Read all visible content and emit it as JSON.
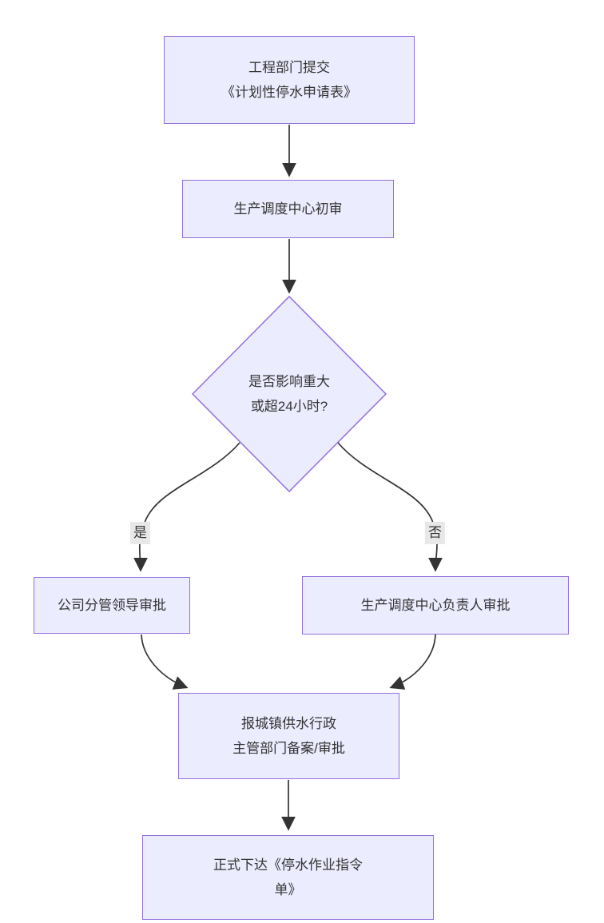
{
  "diagram": {
    "type": "flowchart",
    "direction": "top-down",
    "nodes": {
      "submit": {
        "shape": "rect",
        "lines": [
          "工程部门提交",
          "《计划性停水申请表》"
        ]
      },
      "initial": {
        "shape": "rect",
        "lines": [
          "生产调度中心初审"
        ]
      },
      "decision": {
        "shape": "diamond",
        "lines": [
          "是否影响重大",
          "或超24小时?"
        ]
      },
      "leader": {
        "shape": "rect",
        "lines": [
          "公司分管领导审批"
        ]
      },
      "center_head": {
        "shape": "rect",
        "lines": [
          "生产调度中心负责人审批"
        ]
      },
      "report": {
        "shape": "rect",
        "lines": [
          "报城镇供水行政",
          "主管部门备案/审批"
        ]
      },
      "issue": {
        "shape": "rect",
        "lines": [
          "正式下达《停水作业指令",
          "单》"
        ]
      }
    },
    "edges": [
      {
        "from": "submit",
        "to": "initial",
        "label": ""
      },
      {
        "from": "initial",
        "to": "decision",
        "label": ""
      },
      {
        "from": "decision",
        "to": "leader",
        "label": "是"
      },
      {
        "from": "decision",
        "to": "center_head",
        "label": "否"
      },
      {
        "from": "leader",
        "to": "report",
        "label": ""
      },
      {
        "from": "center_head",
        "to": "report",
        "label": ""
      },
      {
        "from": "report",
        "to": "issue",
        "label": ""
      }
    ],
    "edge_labels": {
      "yes": "是",
      "no": "否"
    }
  },
  "colors": {
    "node_fill": "#ECECFF",
    "node_border": "#9370DB",
    "edge_line": "#333333",
    "text": "#333333",
    "edge_label_bg": "#e8e8e8",
    "background": "#ffffff"
  }
}
